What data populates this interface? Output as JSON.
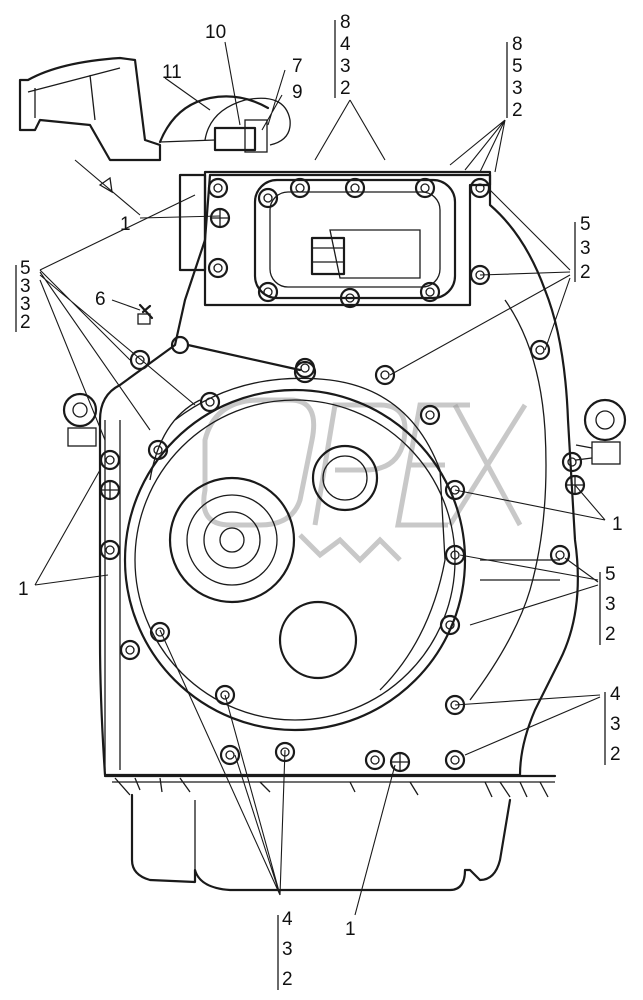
{
  "callouts": {
    "c_8432": [
      "8",
      "4",
      "3",
      "2"
    ],
    "c_8532": [
      "8",
      "5",
      "3",
      "2"
    ],
    "c_532_right": [
      "5",
      "3",
      "2"
    ],
    "c_532_left": [
      "5",
      "3",
      "3",
      "2"
    ],
    "c_532_mid_right": [
      "5",
      "3",
      "2"
    ],
    "c_432_right": [
      "4",
      "3",
      "2"
    ],
    "c_432_bottom": [
      "4",
      "3",
      "2"
    ],
    "l_10": "10",
    "l_11": "11",
    "l_7": "7",
    "l_9": "9",
    "l_1_top": "1",
    "l_6": "6",
    "l_1_left": "1",
    "l_1_right": "1",
    "l_1_bottom": "1"
  },
  "watermark": {
    "text": "OPEX"
  }
}
